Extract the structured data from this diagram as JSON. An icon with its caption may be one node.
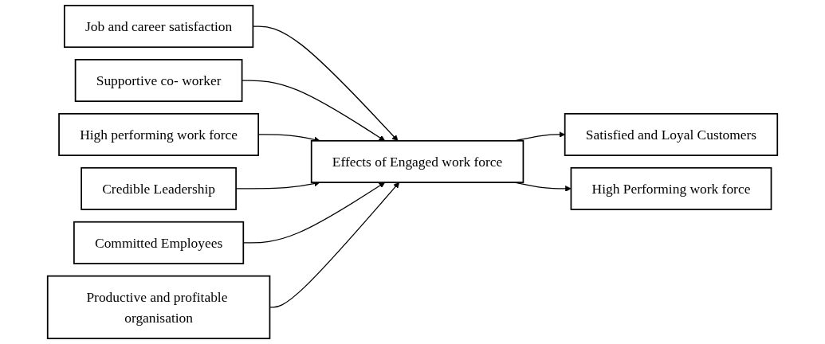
{
  "diagram": {
    "nodes": [
      {
        "text": [
          "Job and career satisfaction"
        ]
      },
      {
        "text": [
          "Supportive co- worker"
        ]
      },
      {
        "text": [
          "High performing work force"
        ]
      },
      {
        "text": [
          "Effects of Engaged work force"
        ]
      },
      {
        "text": [
          "Credible Leadership"
        ]
      },
      {
        "text": [
          "Satisfied and Loyal Customers"
        ]
      },
      {
        "text": [
          "Committed Employees"
        ]
      },
      {
        "text": [
          "Productive and profitable organisation"
        ]
      },
      {
        "text": [
          "High Performing work force"
        ]
      }
    ],
    "edges": [
      {
        "from": 0,
        "to": 3,
        "arrow": "to"
      },
      {
        "from": 1,
        "to": 3,
        "arrow": "to"
      },
      {
        "from": 2,
        "to": 3,
        "arrow": "to"
      },
      {
        "from": 4,
        "to": 3,
        "arrow": "to"
      },
      {
        "from": 3,
        "to": 5,
        "arrow": "to"
      },
      {
        "from": 6,
        "to": 3,
        "arrow": "to"
      },
      {
        "from": 7,
        "to": 3,
        "arrow": "to"
      },
      {
        "from": 3,
        "to": 8,
        "arrow": "to"
      }
    ]
  }
}
